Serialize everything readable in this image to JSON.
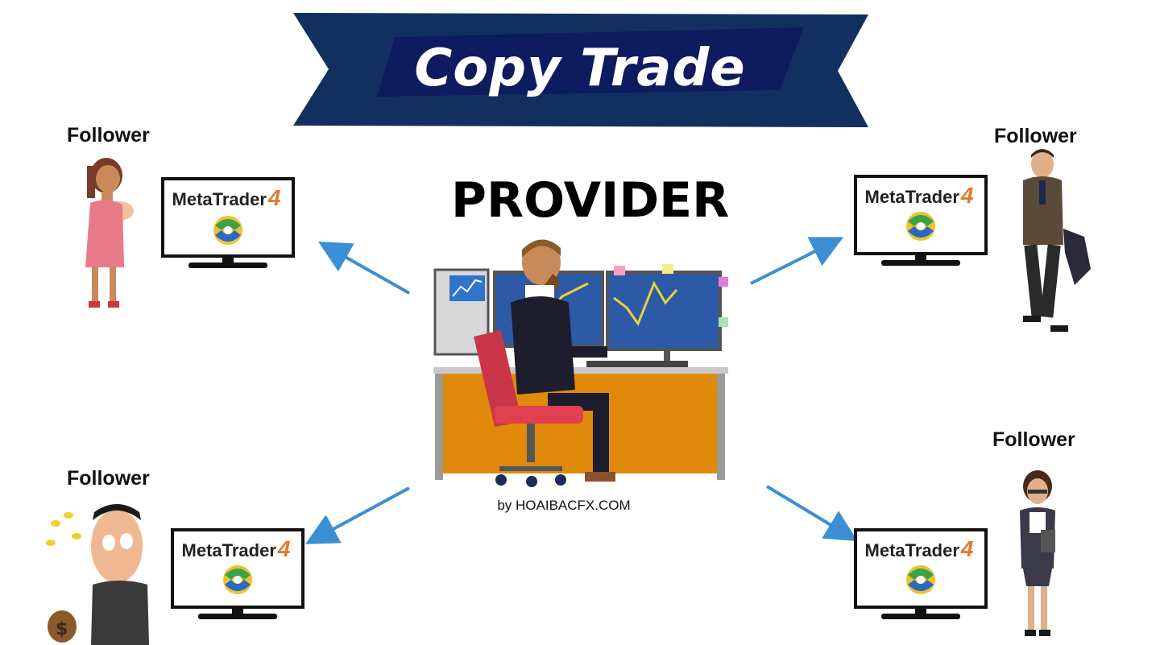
{
  "banner": {
    "title": "Copy Trade"
  },
  "provider": {
    "label": "PROVIDER",
    "credit": "by HOAIBACFX.COM"
  },
  "followers": [
    {
      "label": "Follower",
      "platform": "MetaTrader",
      "version": "4"
    },
    {
      "label": "Follower",
      "platform": "MetaTrader",
      "version": "4"
    },
    {
      "label": "Follower",
      "platform": "MetaTrader",
      "version": "4"
    },
    {
      "label": "Follower",
      "platform": "MetaTrader",
      "version": "4"
    }
  ],
  "colors": {
    "banner": "#12305f",
    "banner_inner": "#0e1b5e",
    "arrow": "#3b8fd4",
    "desk": "#e08a0c",
    "mt4_accent": "#e07a2c"
  }
}
